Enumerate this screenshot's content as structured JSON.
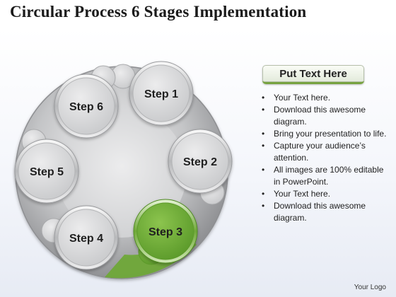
{
  "title": "Circular Process 6 Stages Implementation",
  "stages": [
    {
      "label": "Step 1",
      "highlighted": false
    },
    {
      "label": "Step 2",
      "highlighted": false
    },
    {
      "label": "Step 3",
      "highlighted": true
    },
    {
      "label": "Step 4",
      "highlighted": false
    },
    {
      "label": "Step 5",
      "highlighted": false
    },
    {
      "label": "Step 6",
      "highlighted": false
    }
  ],
  "colors": {
    "ring": "#a9aaac",
    "circle_fill": "#dadbdc",
    "highlight": "#6fa838",
    "header_accent": "#77a340"
  },
  "text_panel": {
    "header": "Put Text Here",
    "bullets": [
      "Your Text here.",
      "Download this awesome diagram.",
      "Bring your presentation to life.",
      "Capture your audience’s attention.",
      "All images are 100% editable in PowerPoint.",
      "Your Text here.",
      "Download this awesome diagram."
    ]
  },
  "footer": "Your Logo"
}
